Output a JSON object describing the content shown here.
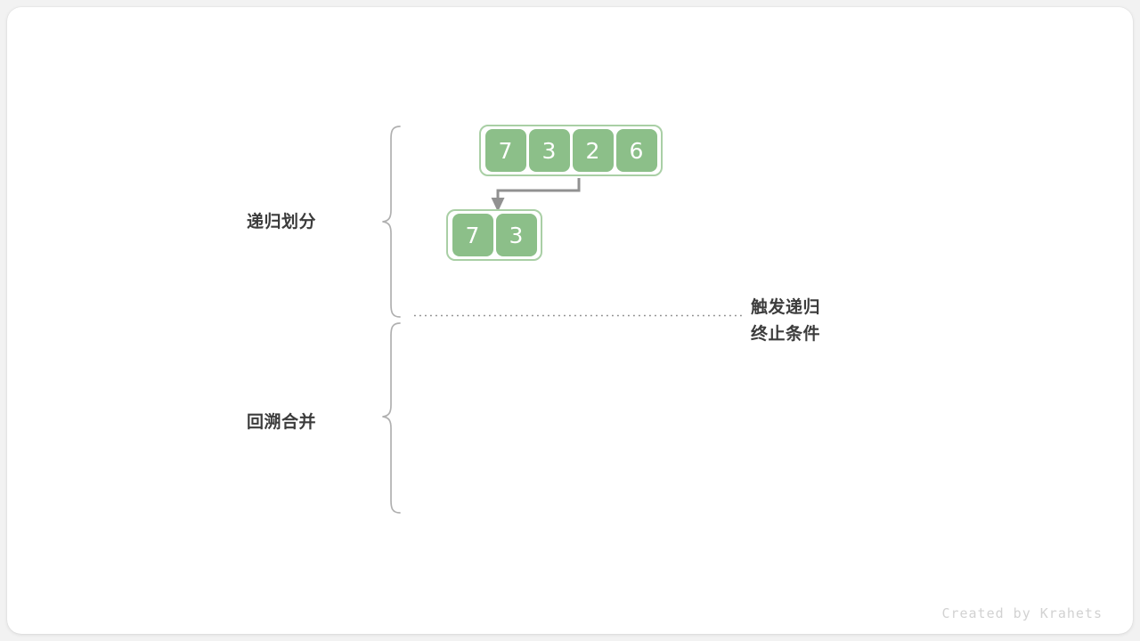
{
  "figure": {
    "background": "#f2f2f2",
    "card_background": "#ffffff",
    "credit": "Created by Krahets"
  },
  "palette": {
    "cell_fill": "#8cbf89",
    "array_border": "#a9cfa5",
    "cell_text": "#ffffff",
    "label_text": "#3c3c3c",
    "connector": "#919191",
    "brace": "#b0b0b0",
    "dotted_line": "#8a8a8a",
    "credit_text": "#d2d2d2"
  },
  "sections": [
    {
      "id": "divide",
      "label": "递归划分"
    },
    {
      "id": "merge",
      "label": "回溯合并"
    }
  ],
  "notes": {
    "line1": "触发递归",
    "line2": "终止条件"
  },
  "arrays": [
    {
      "id": "root",
      "values": [
        "7",
        "3",
        "2",
        "6"
      ]
    },
    {
      "id": "left",
      "values": [
        "7",
        "3"
      ]
    }
  ],
  "connectors": [
    {
      "from": "root",
      "to": "left",
      "type": "elbow-arrow"
    }
  ]
}
